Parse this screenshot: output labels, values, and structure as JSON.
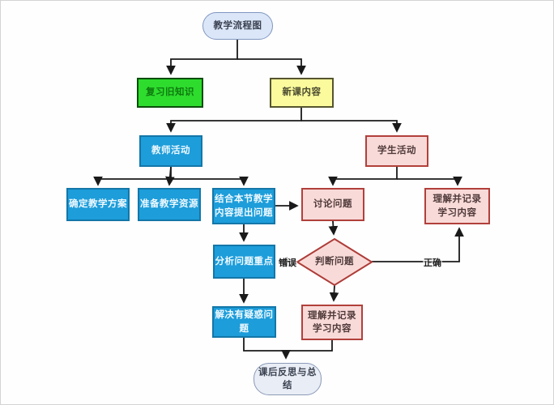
{
  "diagram": {
    "title": "教学流程图",
    "nodes": {
      "start": {
        "label": "教学流程图",
        "type": "terminator"
      },
      "review_old": {
        "label": "复习旧知识",
        "type": "process"
      },
      "new_content": {
        "label": "新课内容",
        "type": "process"
      },
      "teacher_activity": {
        "label": "教师活动",
        "type": "process"
      },
      "student_activity": {
        "label": "学生活动",
        "type": "process"
      },
      "define_plan": {
        "label": "确定教学方案",
        "type": "process"
      },
      "prepare_resources": {
        "label": "准备教学资源",
        "type": "process"
      },
      "raise_questions": {
        "label": "结合本节教学\n内容提出问题",
        "type": "process"
      },
      "discuss_questions": {
        "label": "讨论问题",
        "type": "process"
      },
      "understand_record_right": {
        "label": "理解并记录\n学习内容",
        "type": "process"
      },
      "analyze_focus": {
        "label": "分析问题重点",
        "type": "process"
      },
      "judge_question": {
        "label": "判断问题",
        "type": "decision"
      },
      "solve_doubts": {
        "label": "解决有疑惑问题",
        "type": "process"
      },
      "understand_record_bottom": {
        "label": "理解并记录\n学习内容",
        "type": "process"
      },
      "end": {
        "label": "课后反思与总结",
        "type": "terminator"
      }
    },
    "edge_labels": {
      "wrong": "错误",
      "right": "正确"
    },
    "colors": {
      "terminator_fill": "#dbe7f8",
      "terminator_border": "#8096bf",
      "green_fill": "#2edc2e",
      "green_border": "#0b4d0b",
      "yellow_fill": "#fbfb9d",
      "yellow_border": "#55552f",
      "blue_fill": "#1d9dda",
      "blue_border": "#1377a8",
      "pink_fill": "#f8dad8",
      "pink_border": "#b1403b",
      "end_fill": "#e9edf5",
      "end_border": "#8a9ab8",
      "connector_line": "#1a1a1a"
    }
  }
}
